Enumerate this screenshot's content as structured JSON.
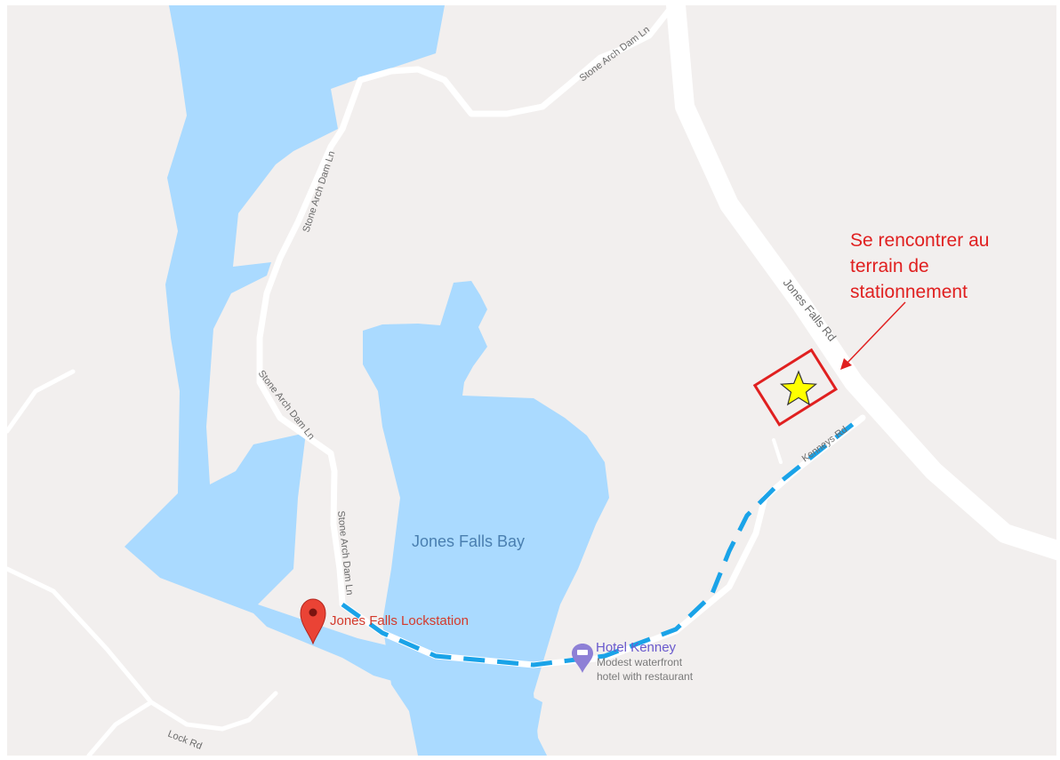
{
  "map": {
    "water_label": "Jones Falls Bay",
    "roads": {
      "stone_arch_top": "Stone Arch Dam Ln",
      "stone_arch_mid": "Stone Arch Dam Ln",
      "stone_arch_lower": "Stone Arch Dam Ln",
      "stone_arch_bottom": "Stone Arch Dam Ln",
      "jones_falls_rd": "Jones Falls Rd",
      "kenneys_rd": "Kenneys Rd",
      "lock_rd": "Lock Rd"
    },
    "places": {
      "lockstation": "Jones Falls Lockstation",
      "hotel_name": "Hotel Kenney",
      "hotel_desc_line1": "Modest waterfront",
      "hotel_desc_line2": "hotel with restaurant"
    },
    "annotation": {
      "line1": "Se rencontrer au",
      "line2": "terrain de",
      "line3": "stationnement"
    },
    "colors": {
      "land": "#f2efee",
      "water": "#aadaff",
      "road": "#ffffff",
      "route": "#1aa3e8",
      "annotation": "#e02020",
      "star": "#ffff00",
      "pin": "#ea4335",
      "hotel_pin": "#8e80d6"
    },
    "icons": {
      "lockstation_marker": "map-pin-icon",
      "hotel_marker": "hotel-pin-icon",
      "parking_marker": "star-icon"
    }
  }
}
